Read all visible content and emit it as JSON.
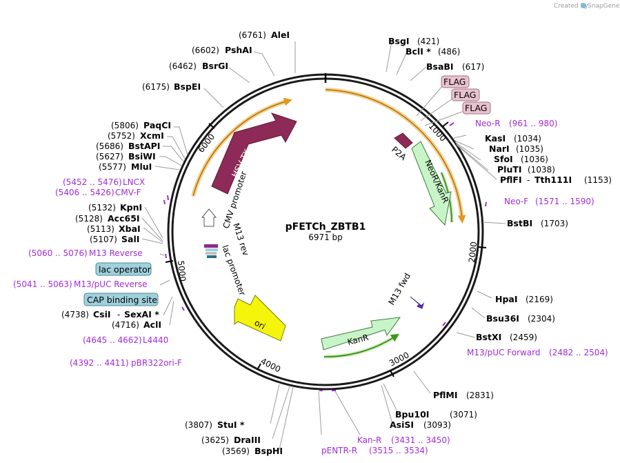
{
  "map": {
    "name": "pFETCh_ZBTB1",
    "length_label": "6971 bp",
    "total_bp": 6971,
    "credit_prefix": "Created by",
    "credit_brand": "SnapGene"
  },
  "ticks": [
    "1000",
    "2000",
    "3000",
    "4000",
    "5000",
    "6000"
  ],
  "enzymes": [
    {
      "name": "AleI",
      "pos": "(6761)"
    },
    {
      "name": "PshAI",
      "pos": "(6602)"
    },
    {
      "name": "BsrGI",
      "pos": "(6462)"
    },
    {
      "name": "BspEI",
      "pos": "(6175)"
    },
    {
      "name": "PaqCI",
      "pos": "(5806)"
    },
    {
      "name": "XcmI",
      "pos": "(5752)"
    },
    {
      "name": "BstAPI",
      "pos": "(5686)"
    },
    {
      "name": "BsiWI",
      "pos": "(5627)"
    },
    {
      "name": "MluI",
      "pos": "(5577)"
    },
    {
      "name": "KpnI",
      "pos": "(5132)"
    },
    {
      "name": "Acc65I",
      "pos": "(5128)"
    },
    {
      "name": "XbaI",
      "pos": "(5113)"
    },
    {
      "name": "SalI",
      "pos": "(5107)"
    },
    {
      "name": "CsiI",
      "pos": "(4738)"
    },
    {
      "name": "SexAI *",
      "pos": ""
    },
    {
      "name": "AclI",
      "pos": "(4716)"
    },
    {
      "name": "StuI *",
      "pos": "(3807)"
    },
    {
      "name": "DraIII",
      "pos": "(3625)"
    },
    {
      "name": "BspHI",
      "pos": "(3569)"
    },
    {
      "name": "BsgI",
      "pos": "(421)"
    },
    {
      "name": "BclI *",
      "pos": "(486)"
    },
    {
      "name": "BsaBI",
      "pos": "(617)"
    },
    {
      "name": "KasI",
      "pos": "(1034)"
    },
    {
      "name": "NarI",
      "pos": "(1035)"
    },
    {
      "name": "SfoI",
      "pos": "(1036)"
    },
    {
      "name": "PluTI",
      "pos": "(1038)"
    },
    {
      "name": "PflFI",
      "pos": ""
    },
    {
      "name": "Tth111I",
      "pos": "(1153)"
    },
    {
      "name": "BstBI",
      "pos": "(1703)"
    },
    {
      "name": "HpaI",
      "pos": "(2169)"
    },
    {
      "name": "Bsu36I",
      "pos": "(2304)"
    },
    {
      "name": "BstXI",
      "pos": "(2459)"
    },
    {
      "name": "PflMI",
      "pos": "(2831)"
    },
    {
      "name": "Bpu10I",
      "pos": "(3071)"
    },
    {
      "name": "AsiSI",
      "pos": "(3093)"
    }
  ],
  "primers": [
    {
      "range": "(5452 .. 5476)",
      "name": "LNCX"
    },
    {
      "range": "(5406 .. 5426)",
      "name": "CMV-F"
    },
    {
      "range": "(5060 .. 5076)",
      "name": "M13 Reverse"
    },
    {
      "range": "(5041 .. 5063)",
      "name": "M13/pUC Reverse"
    },
    {
      "range": "(4645 .. 4662)",
      "name": "L4440"
    },
    {
      "range": "(4392 .. 4411)",
      "name": "pBR322ori-F"
    },
    {
      "name": "Neo-R",
      "range": "(961 .. 980)"
    },
    {
      "name": "Neo-F",
      "range": "(1571 .. 1590)"
    },
    {
      "name": "M13/pUC Forward",
      "range": "(2482 .. 2504)"
    },
    {
      "name": "Kan-R",
      "range": "(3431 .. 3450)"
    },
    {
      "name": "pENTR-R",
      "range": "(3515 .. 3534)"
    }
  ],
  "boxes": {
    "flag": [
      "FLAG",
      "FLAG",
      "FLAG"
    ],
    "lac_operator": "lac operator",
    "cap_site": "CAP binding site"
  },
  "features": {
    "hsv_tk": "HSV TK",
    "cmv_promoter": "CMV promoter",
    "m13_rev": "M13 rev",
    "lac_promoter": "lac promoter",
    "ori": "ori",
    "kanr": "KanR",
    "neor": "NeoR/KanR",
    "p2a": "P2A",
    "m13_fwd": "M13 fwd"
  },
  "colors": {
    "primer": "#a22adb",
    "hsv_tk": "#8e2a57",
    "ori": "#f5f50c",
    "resistance": "#c8f5c8",
    "lac_box": "#9fd0dc",
    "flag_box": "#e9c2cf",
    "orf_arc": "#e09a1e",
    "green_arc": "#3a9a1a"
  }
}
